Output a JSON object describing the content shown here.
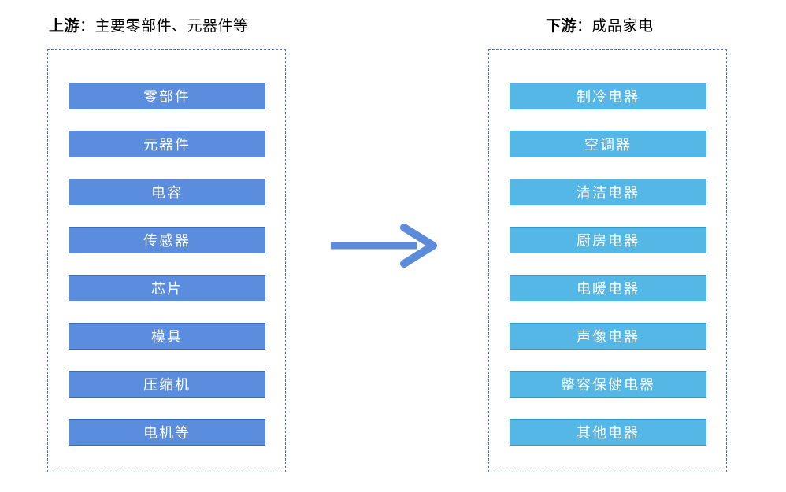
{
  "upstream": {
    "title_bold": "上游",
    "title_rest": "：主要零部件、元器件等",
    "items": [
      "零部件",
      "元器件",
      "电容",
      "传感器",
      "芯片",
      "模具",
      "压缩机",
      "电机等"
    ],
    "box_fill": "#5B8DDE",
    "box_border": "#3D6CB4"
  },
  "downstream": {
    "title_bold": "下游",
    "title_rest": "：成品家电",
    "items": [
      "制冷电器",
      "空调器",
      "清洁电器",
      "厨房电器",
      "电暖电器",
      "声像电器",
      "整容保健电器",
      "其他电器"
    ],
    "box_fill": "#54B7E6",
    "box_border": "#2E9BC8"
  },
  "panel_border_color": "#4A76AE",
  "arrow_color": "#5B8BD9"
}
